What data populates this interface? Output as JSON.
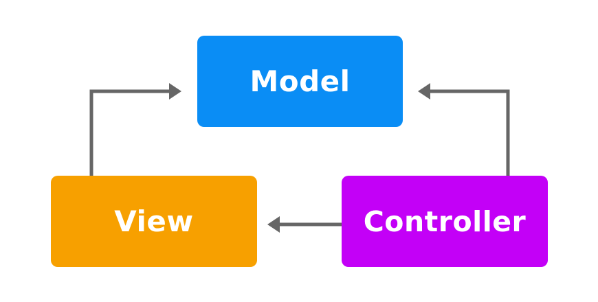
{
  "nodes": {
    "model": {
      "label": "Model",
      "color": "#0A8DF5"
    },
    "view": {
      "label": "View",
      "color": "#F7A000"
    },
    "controller": {
      "label": "Controller",
      "color": "#C300F7"
    }
  },
  "arrow_color": "#666666"
}
